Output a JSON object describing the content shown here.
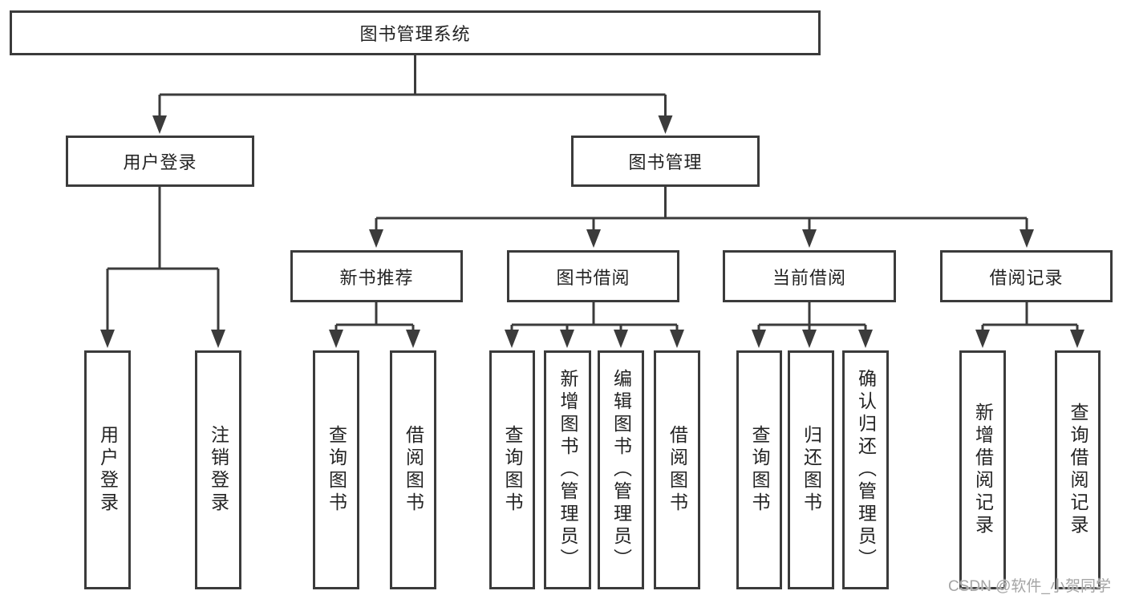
{
  "tree": {
    "label": "图书管理系统",
    "children": [
      {
        "label": "用户登录",
        "children": [
          {
            "label": "用户登录"
          },
          {
            "label": "注销登录"
          }
        ]
      },
      {
        "label": "图书管理",
        "children": [
          {
            "label": "新书推荐",
            "children": [
              {
                "label": "查询图书"
              },
              {
                "label": "借阅图书"
              }
            ]
          },
          {
            "label": "图书借阅",
            "children": [
              {
                "label": "查询图书"
              },
              {
                "label": "新增图书（管理员）"
              },
              {
                "label": "编辑图书（管理员）"
              },
              {
                "label": "借阅图书"
              }
            ]
          },
          {
            "label": "当前借阅",
            "children": [
              {
                "label": "查询图书"
              },
              {
                "label": "归还图书"
              },
              {
                "label": "确认归还（管理员）"
              }
            ]
          },
          {
            "label": "借阅记录",
            "children": [
              {
                "label": "新增借阅记录"
              },
              {
                "label": "查询借阅记录"
              }
            ]
          }
        ]
      }
    ]
  },
  "watermark": {
    "text": "CSDN @软件_小贺同学"
  },
  "colors": {
    "line": "#3b3b3b",
    "text": "#232323",
    "watermark": "#a5a5a5",
    "background": "#ffffff"
  }
}
